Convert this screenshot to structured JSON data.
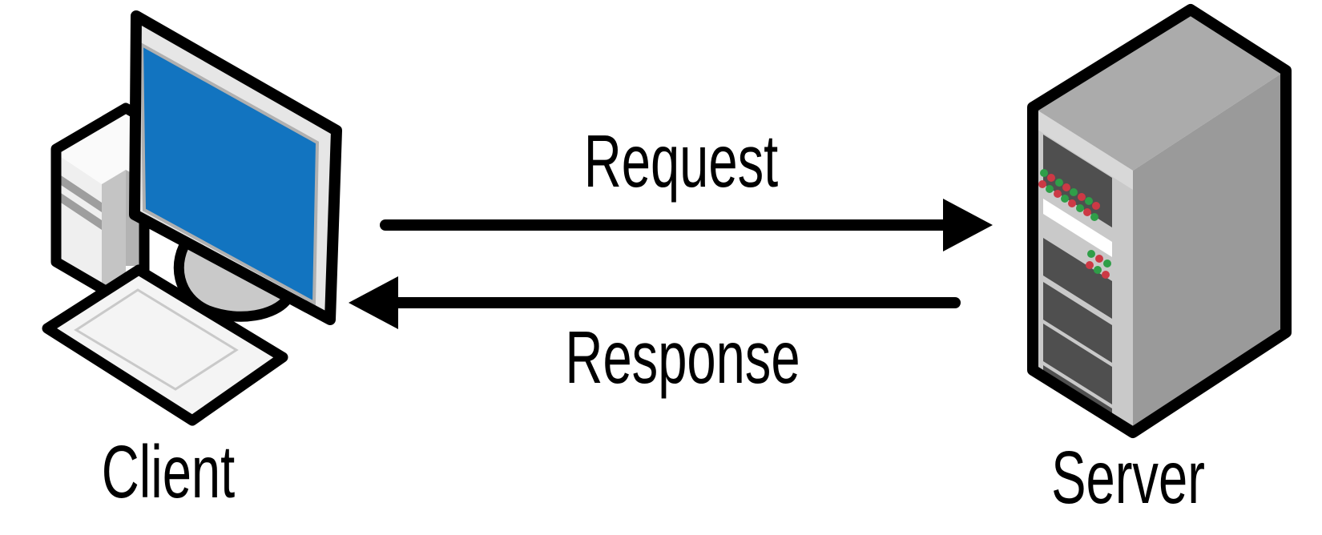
{
  "diagram": {
    "type": "client-server-communication",
    "nodes": [
      {
        "id": "client",
        "label": "Client",
        "icon": "desktop-computer-icon"
      },
      {
        "id": "server",
        "label": "Server",
        "icon": "server-tower-icon"
      }
    ],
    "edges": [
      {
        "from": "client",
        "to": "server",
        "label": "Request",
        "direction": "right"
      },
      {
        "from": "server",
        "to": "client",
        "label": "Response",
        "direction": "left"
      }
    ]
  },
  "colors": {
    "background": "#ffffff",
    "outline": "#000000",
    "text": "#000000",
    "screen_blue": "#1274c0",
    "bezel_gray": "#e6e6e6",
    "bezel_sliver": "#b0b0b0",
    "tower_top": "#fafafa",
    "tower_front": "#efefef",
    "tower_side": "#c4c4c4",
    "tower_vent": "#9e9e9e",
    "shadow_gray": "#b3b3b3",
    "stand_gray": "#c9c9c9",
    "keyboard_top": "#f4f4f4",
    "keyboard_side": "#d8d8d8",
    "keyboard_inner_line": "#c9c9c9",
    "server_top": "#ababab",
    "server_side": "#9a9a9a",
    "server_front": "#c9c9c9",
    "server_front_band": "#d8d8d8",
    "server_slot": "#4f4f4f",
    "server_stripe_white": "#ffffff",
    "led_green": "#2f9e48",
    "led_red": "#cc3945"
  }
}
